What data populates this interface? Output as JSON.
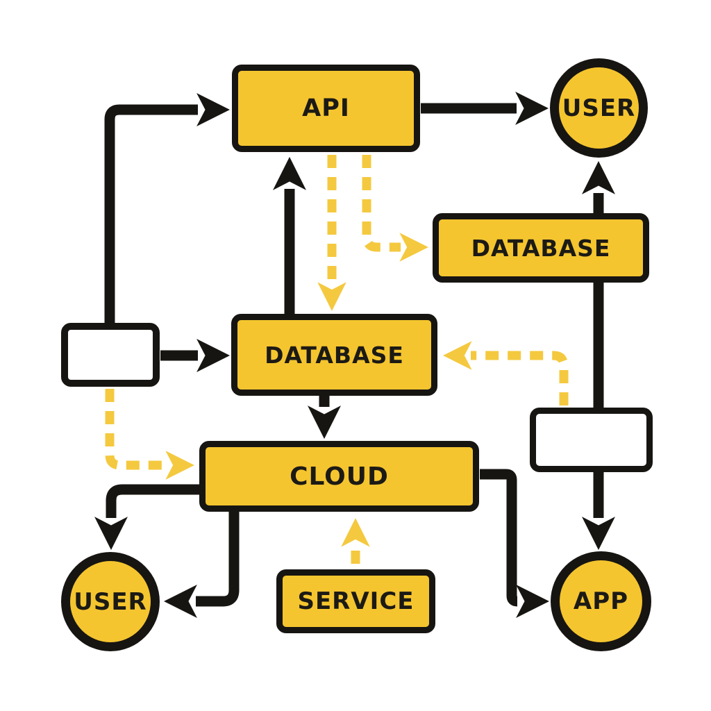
{
  "diagram": {
    "kind": "flowchart",
    "background": "#FFFFFF",
    "nodes": {
      "api": {
        "label": "API",
        "shape": "rectangle",
        "fill": "yellow"
      },
      "user_top": {
        "label": "USER",
        "shape": "circle",
        "fill": "yellow"
      },
      "database_right": {
        "label": "DATABASE",
        "shape": "rectangle",
        "fill": "yellow"
      },
      "database_mid": {
        "label": "DATABASE",
        "shape": "rectangle",
        "fill": "yellow"
      },
      "blank_left": {
        "label": "",
        "shape": "rectangle",
        "fill": "white"
      },
      "cloud": {
        "label": "CLOUD",
        "shape": "rectangle",
        "fill": "yellow"
      },
      "blank_right": {
        "label": "",
        "shape": "rectangle",
        "fill": "white"
      },
      "user_bottom": {
        "label": "USER",
        "shape": "circle",
        "fill": "yellow"
      },
      "service": {
        "label": "SERVICE",
        "shape": "rectangle",
        "fill": "yellow"
      },
      "app": {
        "label": "APP",
        "shape": "circle",
        "fill": "yellow"
      }
    },
    "edges": [
      {
        "from": "blank_left",
        "to": "api",
        "style": "solid-black"
      },
      {
        "from": "api",
        "to": "user_top",
        "style": "solid-black"
      },
      {
        "from": "database_mid",
        "to": "api",
        "style": "solid-black"
      },
      {
        "from": "database_right",
        "to": "user_top",
        "style": "solid-black"
      },
      {
        "from": "blank_right",
        "to": "app",
        "style": "solid-black"
      },
      {
        "from": "blank_left",
        "to": "database_mid",
        "style": "solid-black"
      },
      {
        "from": "database_mid",
        "to": "cloud",
        "style": "solid-black"
      },
      {
        "from": "cloud",
        "to": "user_bottom",
        "style": "solid-black",
        "route": "left-then-down"
      },
      {
        "from": "cloud",
        "to": "user_bottom",
        "style": "solid-black",
        "route": "down-then-left"
      },
      {
        "from": "cloud",
        "to": "app",
        "style": "solid-black"
      },
      {
        "from": "api",
        "to": "database_mid",
        "style": "dashed-yellow"
      },
      {
        "from": "api",
        "to": "database_right",
        "style": "dashed-yellow"
      },
      {
        "from": "blank_right",
        "to": "database_mid",
        "style": "dashed-yellow"
      },
      {
        "from": "blank_left",
        "to": "cloud",
        "style": "dashed-yellow"
      },
      {
        "from": "service",
        "to": "cloud",
        "style": "dashed-yellow"
      }
    ],
    "colors": {
      "node_fill": "#F5C52F",
      "line_black": "#171512",
      "dashed_yellow": "#F4C93F",
      "text": "#1C1A15",
      "background": "#FFFFFF"
    }
  }
}
